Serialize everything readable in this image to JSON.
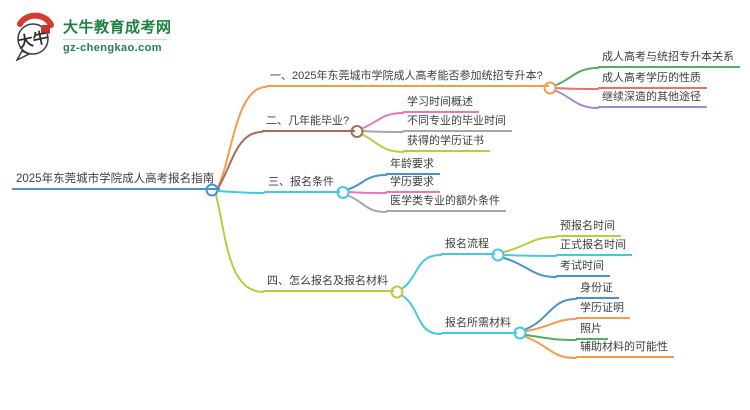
{
  "logo": {
    "title": "大牛教育成考网",
    "subtitle": "gz-chengkao.com",
    "seal_text": "大牛",
    "icon": "ox-speech-bubble-seal"
  },
  "palette": {
    "blue": "#4a91d2",
    "orange": "#f59b49",
    "brown": "#aa6b58",
    "cyan": "#45c8e2",
    "olive": "#c2c83b",
    "green": "#55ae5f",
    "red": "#e87170",
    "purple": "#a287d9",
    "pink": "#ec74bf",
    "gray": "#a3a8ad",
    "logo_green": "#1e7f41",
    "seal_red": "#c9332b",
    "text": "#3e3e3e"
  },
  "mindmap": {
    "central": {
      "label": "2025年东莞城市学院成人高考报名指南",
      "color": "blue"
    },
    "branches": [
      {
        "label": "一、2025年东莞城市学院成人高考能否参加统招专升本?",
        "color": "orange",
        "children": [
          {
            "label": "成人高考与统招专升本关系",
            "color": "green"
          },
          {
            "label": "成人高考学历的性质",
            "color": "red"
          },
          {
            "label": "继续深造的其他途径",
            "color": "purple"
          }
        ]
      },
      {
        "label": "二、几年能毕业?",
        "color": "brown",
        "children": [
          {
            "label": "学习时间概述",
            "color": "pink"
          },
          {
            "label": "不同专业的毕业时间",
            "color": "gray"
          },
          {
            "label": "获得的学历证书",
            "color": "olive"
          }
        ]
      },
      {
        "label": "三、报名条件",
        "color": "cyan",
        "children": [
          {
            "label": "年龄要求",
            "color": "blue"
          },
          {
            "label": "学历要求",
            "color": "pink"
          },
          {
            "label": "医学类专业的额外条件",
            "color": "gray"
          }
        ]
      },
      {
        "label": "四、怎么报名及报名材料",
        "color": "olive",
        "children": [
          {
            "label": "报名流程",
            "color": "cyan",
            "children": [
              {
                "label": "预报名时间",
                "color": "olive"
              },
              {
                "label": "正式报名时间",
                "color": "cyan"
              },
              {
                "label": "考试时间",
                "color": "blue"
              }
            ]
          },
          {
            "label": "报名所需材料",
            "color": "cyan",
            "children": [
              {
                "label": "身份证",
                "color": "blue"
              },
              {
                "label": "学历证明",
                "color": "orange"
              },
              {
                "label": "照片",
                "color": "green"
              },
              {
                "label": "辅助材料的可能性",
                "color": "orange"
              }
            ]
          }
        ]
      }
    ]
  }
}
